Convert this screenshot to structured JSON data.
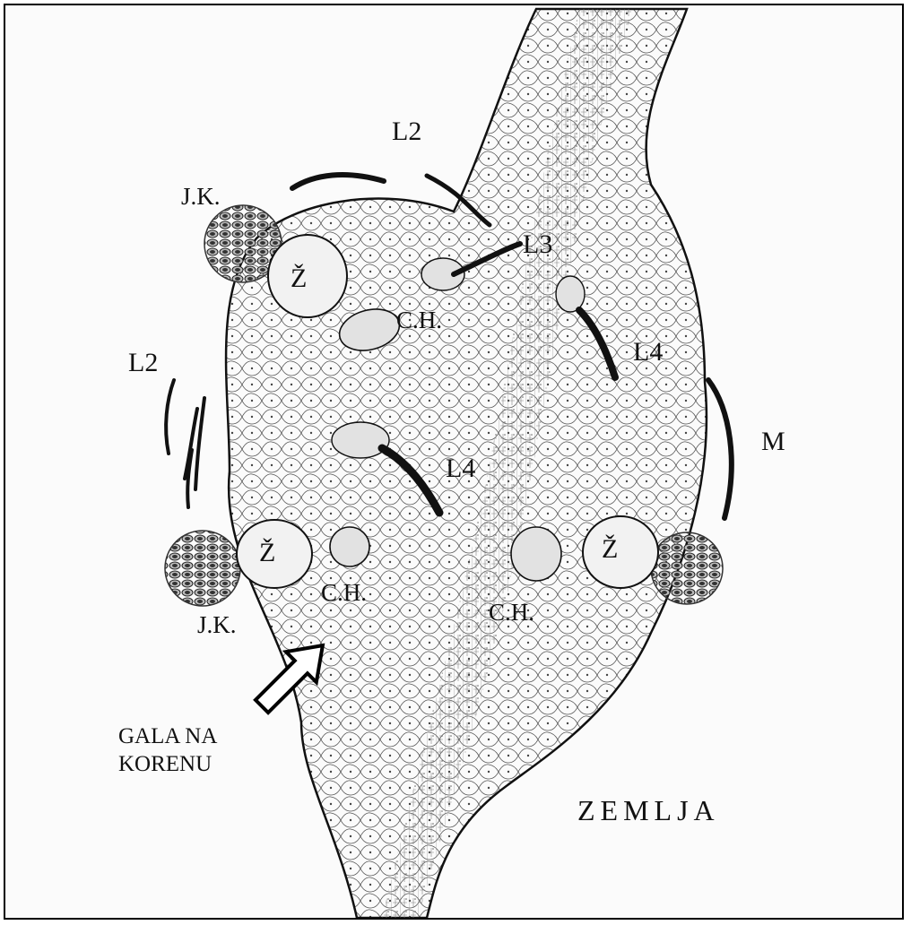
{
  "labels": {
    "l2_top": "L2",
    "l2_left": "L2",
    "jk_top": "J.K.",
    "jk_bottom": "J.K.",
    "z_top": "Ž",
    "z_left": "Ž",
    "z_right": "Ž",
    "ch_top": "C.H.",
    "ch_left": "C.H.",
    "ch_right": "C.H.",
    "l3": "L3",
    "l4_right": "L4",
    "l4_center": "L4",
    "m": "M"
  },
  "caption": {
    "line1": "GALA NA",
    "line2": "KORENU"
  },
  "soil_label": "ZEMLJA"
}
